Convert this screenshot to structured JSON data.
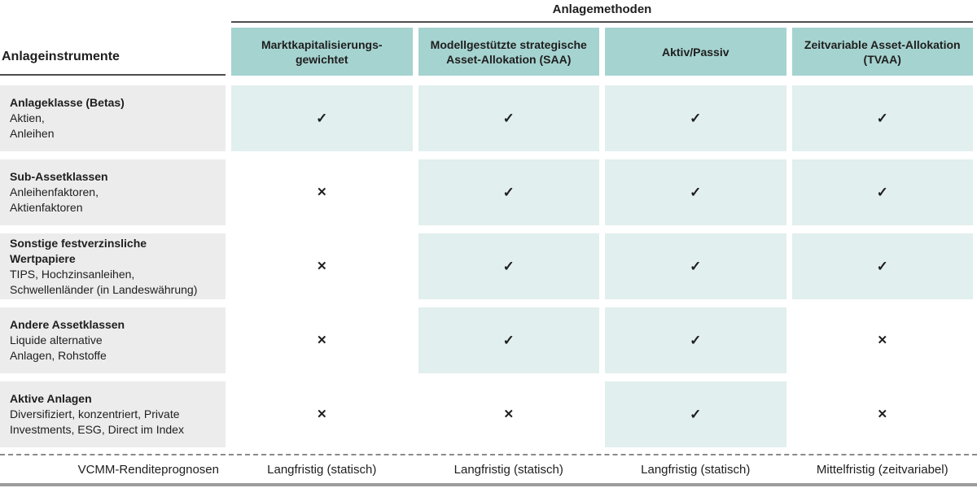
{
  "header": {
    "methods_title": "Anlagemethoden",
    "instruments_title": "Anlageinstrumente",
    "columns": [
      "Marktkapitalisierungs-\ngewichtet",
      "Modellgestützte strategische\nAsset-Allokation (SAA)",
      "Aktiv/Passiv",
      "Zeitvariable Asset-Allokation\n(TVAA)"
    ]
  },
  "rows": [
    {
      "title": "Anlageklasse (Betas)",
      "details": "Aktien,\nAnleihen",
      "cells": [
        "✓",
        "✓",
        "✓",
        "✓"
      ]
    },
    {
      "title": "Sub-Assetklassen",
      "details": "Anleihenfaktoren,\nAktienfaktoren",
      "cells": [
        "✕",
        "✓",
        "✓",
        "✓"
      ]
    },
    {
      "title": "Sonstige festverzinsliche\nWertpapiere",
      "details": "TIPS, Hochzinsanleihen,\nSchwellenländer (in Landeswährung)",
      "cells": [
        "✕",
        "✓",
        "✓",
        "✓"
      ]
    },
    {
      "title": "Andere Assetklassen",
      "details": "Liquide alternative\nAnlagen, Rohstoffe",
      "cells": [
        "✕",
        "✓",
        "✓",
        "✕"
      ]
    },
    {
      "title": "Aktive Anlagen",
      "details": "Diversifiziert, konzentriert, Private\nInvestments, ESG, Direct im Index",
      "cells": [
        "✕",
        "✕",
        "✓",
        "✕"
      ]
    }
  ],
  "footer": {
    "label": "VCMM-Renditeprognosen",
    "values": [
      "Langfristig (statisch)",
      "Langfristig (statisch)",
      "Langfristig (statisch)",
      "Mittelfristig (zeitvariabel)"
    ]
  },
  "colors": {
    "header_teal": "#a5d3d0",
    "cell_teal": "#e1efee",
    "row_label_gray": "#ececec",
    "rule_dark": "#4d4d4d",
    "bottom_bar_gray": "#9c9c9c"
  }
}
